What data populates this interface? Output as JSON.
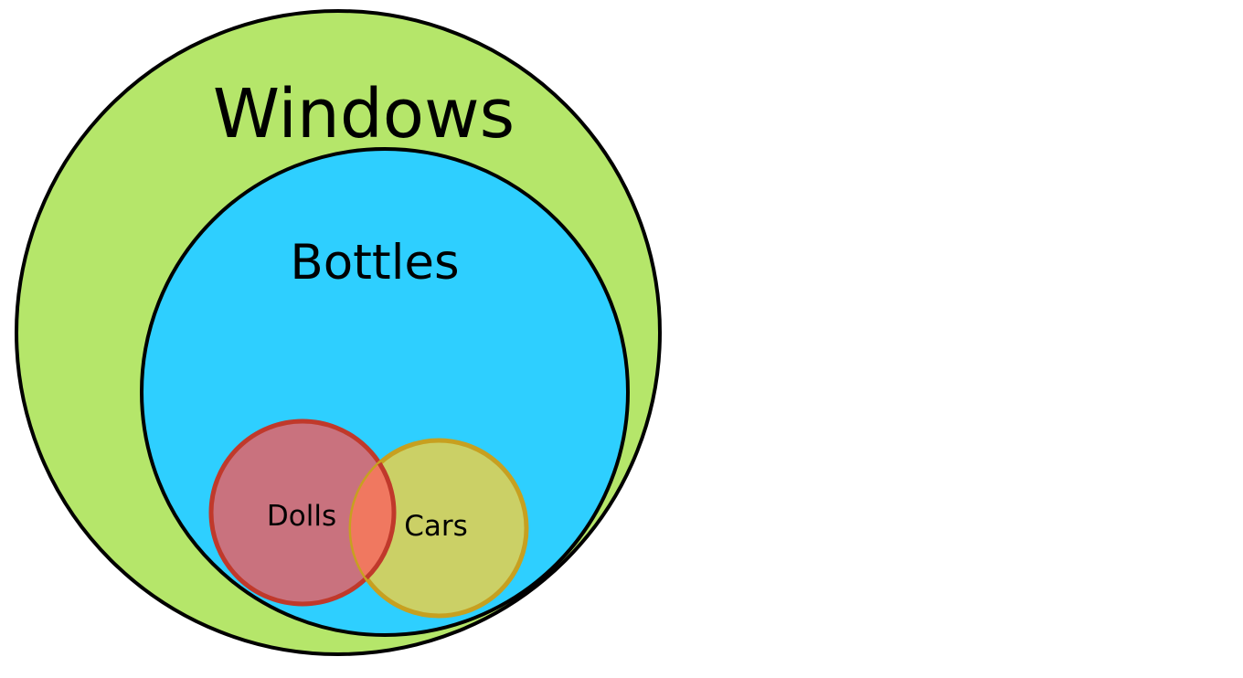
{
  "diagram": {
    "type": "euler",
    "sets": [
      {
        "id": "windows",
        "label": "Windows",
        "fill": "#b5e66a",
        "stroke": "#000000",
        "contains": [
          "bottles"
        ]
      },
      {
        "id": "bottles",
        "label": "Bottles",
        "fill": "#2ecfff",
        "stroke": "#000000",
        "contains": [
          "dolls",
          "cars"
        ]
      },
      {
        "id": "dolls",
        "label": "Dolls",
        "fill": "#c9727e",
        "stroke": "#c0392b",
        "overlaps": [
          "cars"
        ]
      },
      {
        "id": "cars",
        "label": "Cars",
        "fill": "#cbd066",
        "stroke": "#c7a020",
        "overlaps": [
          "dolls"
        ]
      }
    ],
    "intersection_fill": "#f07860"
  }
}
